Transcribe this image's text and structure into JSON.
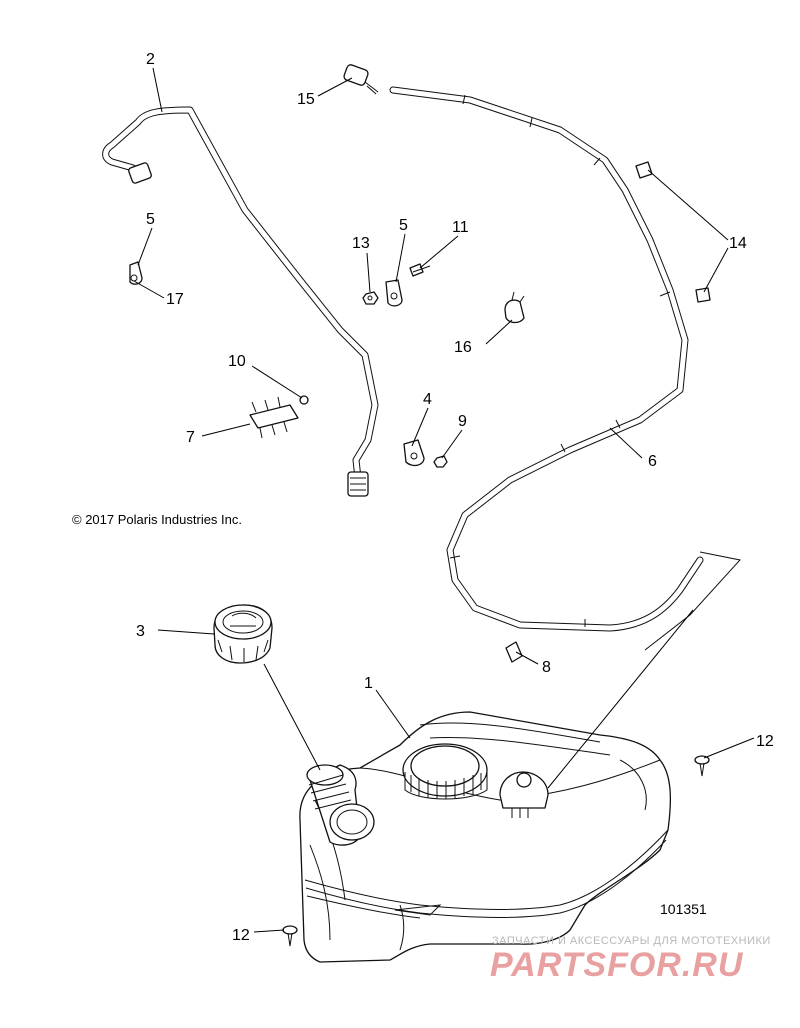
{
  "copyright": "© 2017 Polaris Industries Inc.",
  "reference_number": "101351",
  "watermark": {
    "subtitle": "ЗАПЧАСТИ И АКСЕССУАРЫ ДЛЯ МОТОТЕХНИКИ",
    "brand": "PARTSFOR.RU"
  },
  "callouts": {
    "c1": "1",
    "c2": "2",
    "c3": "3",
    "c4": "4",
    "c5a": "5",
    "c5b": "5",
    "c6": "6",
    "c7": "7",
    "c8": "8",
    "c9": "9",
    "c10": "10",
    "c11": "11",
    "c12a": "12",
    "c12b": "12",
    "c13": "13",
    "c14": "14",
    "c15": "15",
    "c16": "16",
    "c17": "17"
  }
}
